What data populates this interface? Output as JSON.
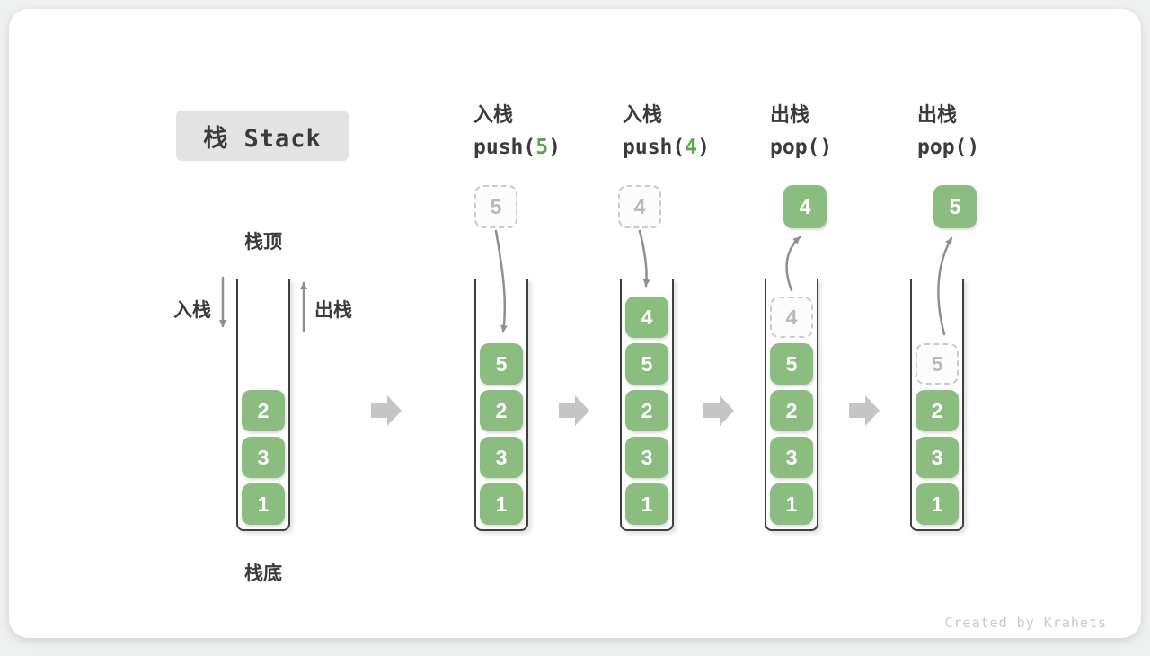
{
  "title": {
    "text": "栈 Stack"
  },
  "legend": {
    "stack_top": "栈顶",
    "stack_bottom": "栈底",
    "push_in": "入栈",
    "pop_out": "出栈"
  },
  "colors": {
    "block_green": "#8cbd80",
    "code_arg_green": "#5aa64e",
    "curved_arrow_gray": "#8f8f8f",
    "flow_arrow_gray": "#c5c5c5",
    "title_bg": "#e3e3e3",
    "ghost_border": "#cbcbcb",
    "container_border": "#3f3f3f",
    "watermark_gray": "#c9c9c9"
  },
  "stages": [
    {
      "name": "initial",
      "blocks": [
        "2",
        "3",
        "1"
      ]
    },
    {
      "name": "push-5",
      "op_label": "入栈",
      "code_pre": "push(",
      "code_arg": "5",
      "code_post": ")",
      "floating_value": "5",
      "blocks": [
        "5",
        "2",
        "3",
        "1"
      ]
    },
    {
      "name": "push-4",
      "op_label": "入栈",
      "code_pre": "push(",
      "code_arg": "4",
      "code_post": ")",
      "floating_value": "4",
      "blocks": [
        "4",
        "5",
        "2",
        "3",
        "1"
      ]
    },
    {
      "name": "pop-4",
      "op_label": "出栈",
      "code_pre": "pop()",
      "code_arg": "",
      "code_post": "",
      "floating_value": "4",
      "ghost_value": "4",
      "blocks": [
        "5",
        "2",
        "3",
        "1"
      ]
    },
    {
      "name": "pop-5",
      "op_label": "出栈",
      "code_pre": "pop()",
      "code_arg": "",
      "code_post": "",
      "floating_value": "5",
      "ghost_value": "5",
      "blocks": [
        "2",
        "3",
        "1"
      ]
    }
  ],
  "watermark": "Created by Krahets"
}
